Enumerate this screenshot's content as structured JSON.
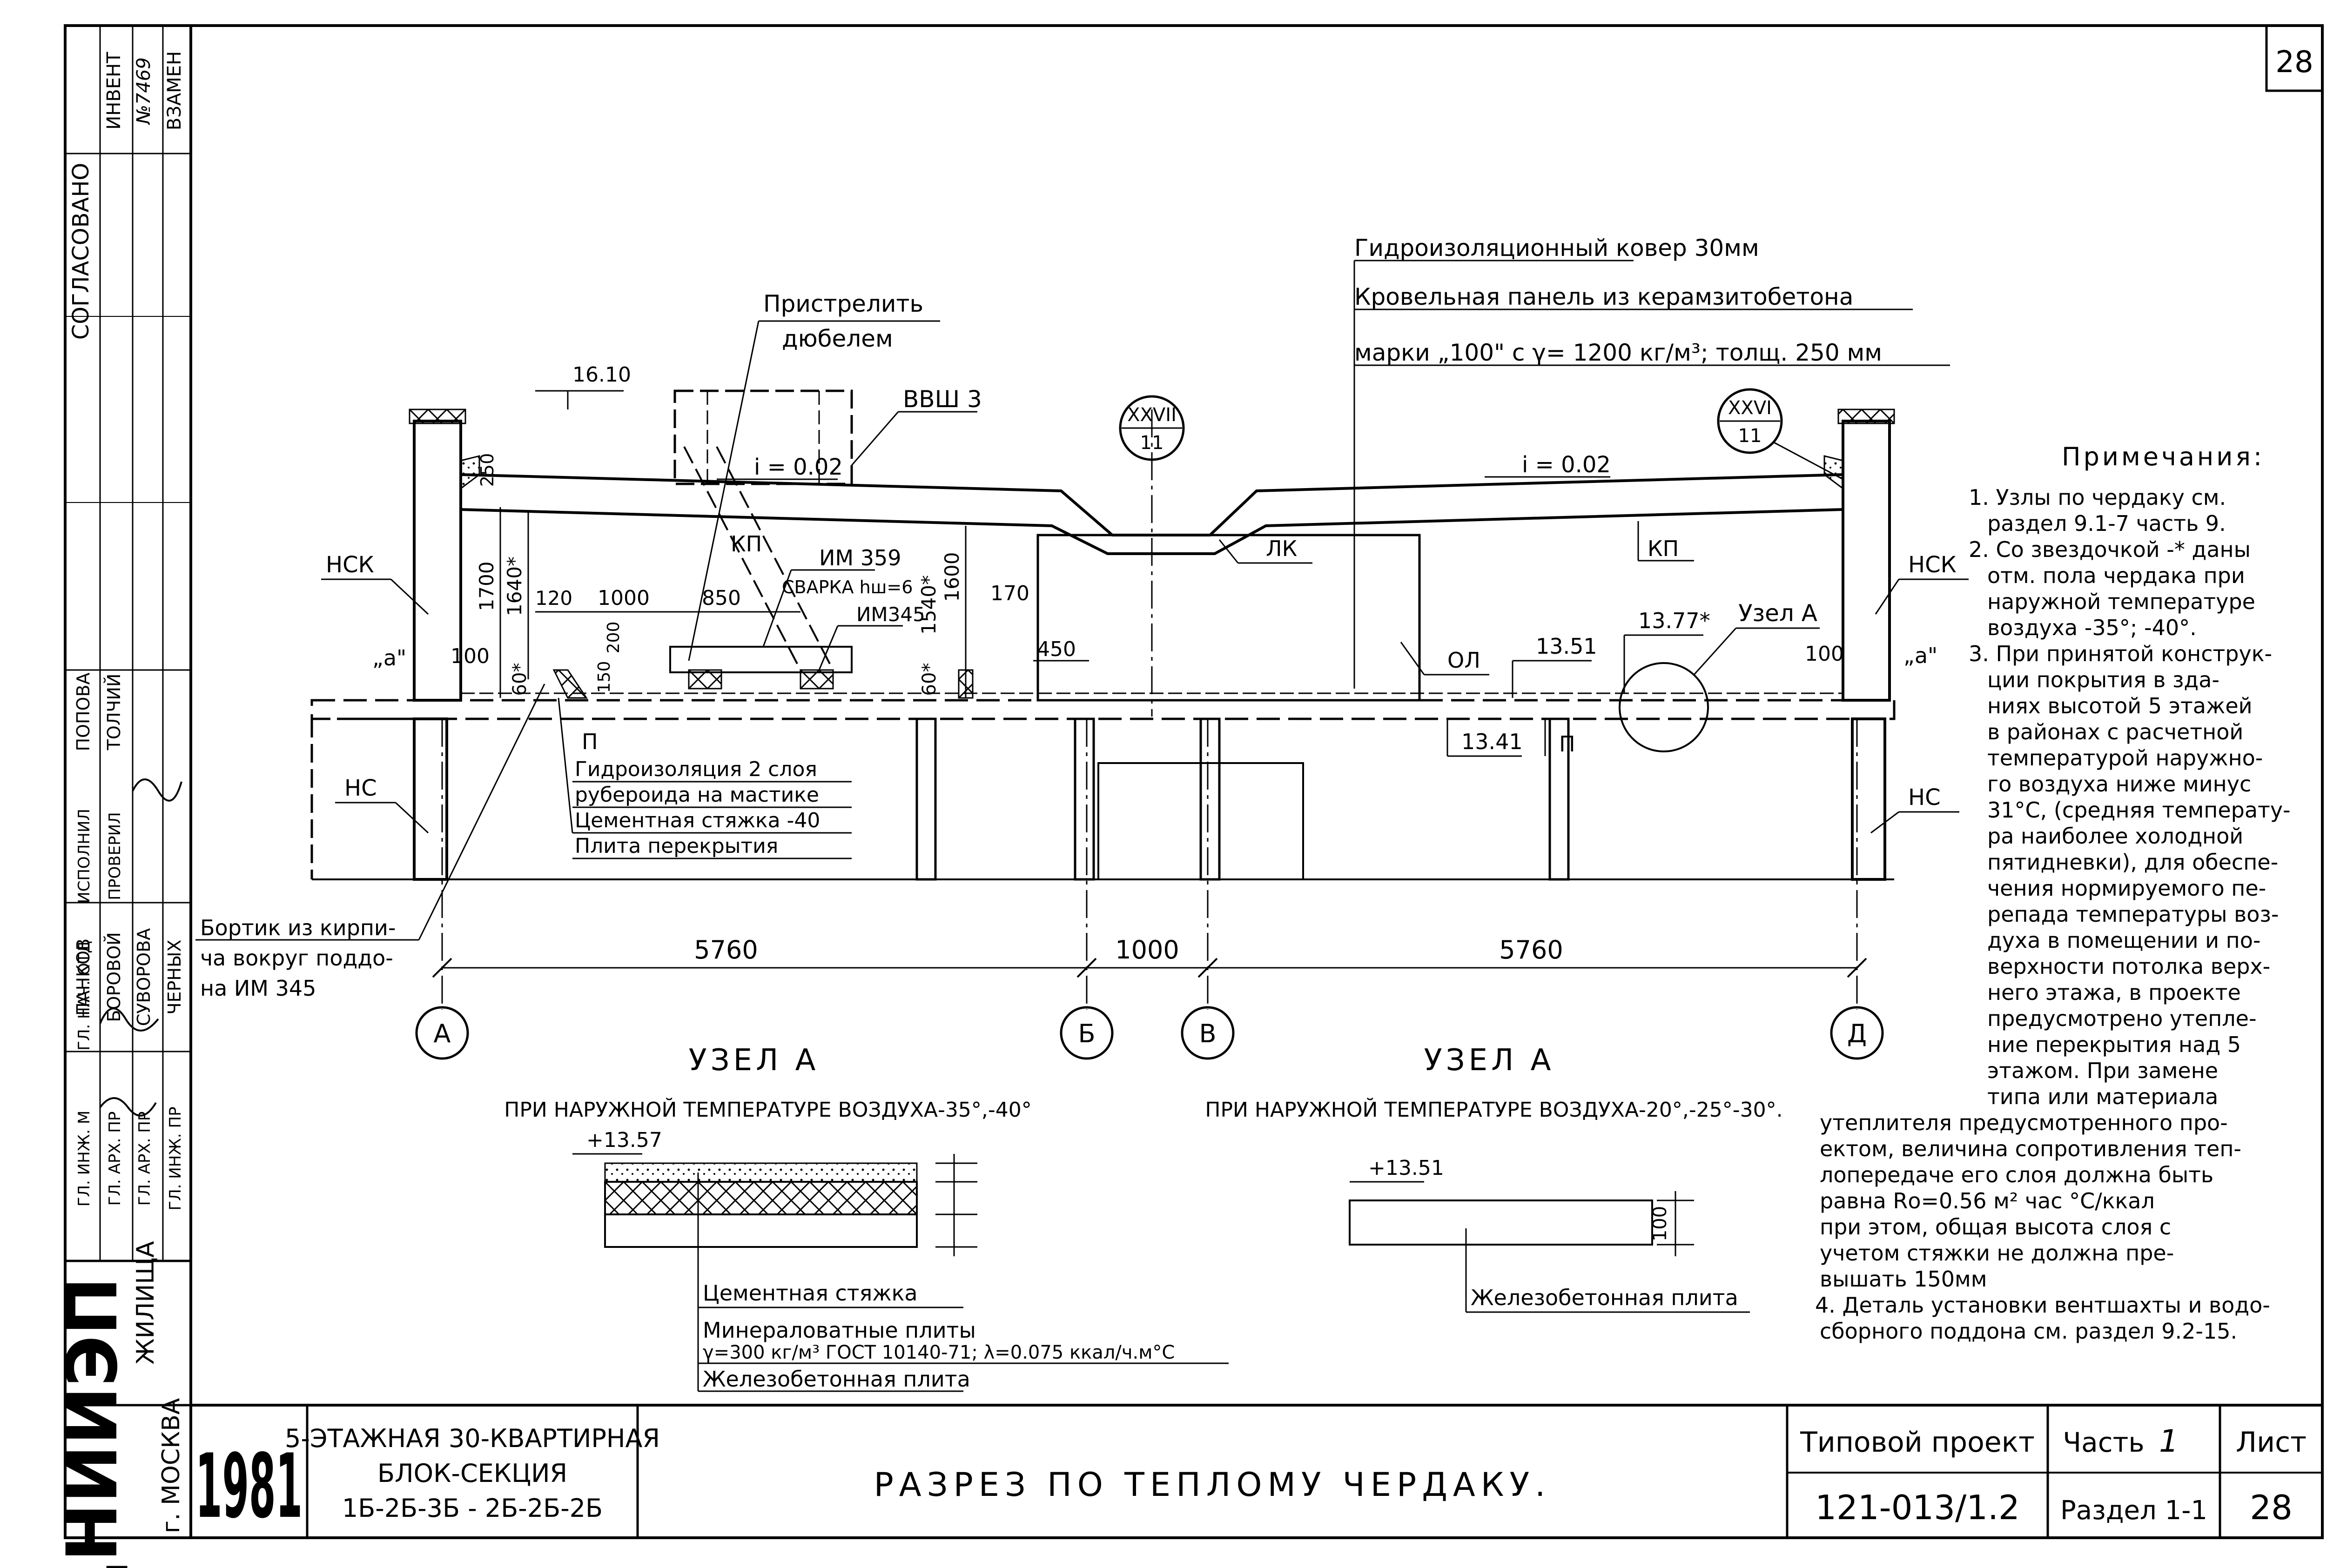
{
  "sheet": {
    "page_number": "28",
    "org_logo": "ЦНИИЭП",
    "org_dept": "ЖИЛИЩА",
    "org_city": "г. МОСКВА",
    "year": "1981"
  },
  "side_stamp": {
    "agreed_header": "СОГЛАСОВАНО",
    "inv_label": "ИНВЕНТ",
    "inv_number": "№7469",
    "replace_label": "ВЗАМЕН",
    "roles": [
      "ГЛ. ИНЖ. М",
      "ГЛ. АРХ. ПР",
      "ГЛ. АРХ. ПР",
      "ГЛ. ИНЖ. ПР"
    ],
    "names": [
      "ПАНКОВ",
      "БОРОВОЙ",
      "СУВОРОВА",
      "ЧЕРНЫХ"
    ],
    "roles2": [
      "ИСПОЛНИЛ",
      "ПРОВЕРИЛ"
    ],
    "names2": [
      "ПОПОВА",
      "ТОЛЧИЙ"
    ],
    "dept_head": "ГЛ. НАЧ. ОТД"
  },
  "title_block": {
    "description": [
      "5-ЭТАЖНАЯ 30-КВАРТИРНАЯ",
      "БЛОК-СЕКЦИЯ",
      "1Б-2Б-3Б - 2Б-2Б-2Б"
    ],
    "drawing_title": "РАЗРЕЗ ПО ТЕПЛОМУ ЧЕРДАКУ.",
    "project_label": "Типовой проект",
    "project_number": "121-013/1.2",
    "part_label": "Часть",
    "part_number": "1",
    "section_label": "Раздел 1-1",
    "sheet_label": "Лист",
    "sheet_number": "28"
  },
  "section": {
    "labels": {
      "pristrelit": "Пристрелить",
      "dyubelem": "дюбелем",
      "vvsh3": "ВВШ 3",
      "im359": "ИМ 359",
      "svarka": "СВАРКА hш=6",
      "im345": "ИМ345",
      "kp1": "КП",
      "kp2": "КП",
      "lk": "ЛК",
      "ol": "ОЛ",
      "p1": "П",
      "p2": "П",
      "nsk_left": "НСК",
      "nsk_right": "НСК",
      "ns_left": "НС",
      "ns_right": "НС",
      "a_left": "„а\"",
      "a_right": "„а\"",
      "uzel_a": "Узел А",
      "slope_left": "i = 0.02",
      "slope_right": "i = 0.02"
    },
    "elevations": {
      "e1610": "16.10",
      "e1351": "13.51",
      "e1377": "13.77*",
      "e1341": "13.41"
    },
    "dims": {
      "d250": "250",
      "d1700": "1700",
      "d1640": "1640*",
      "d120": "120",
      "d1000a": "1000",
      "d850": "850",
      "d200": "200",
      "d150": "150",
      "d100l": "100",
      "d60l": "60*",
      "d1600": "1600",
      "d1540": "1540*",
      "d60r": "60*",
      "d170": "170",
      "d450": "450",
      "d100r": "100",
      "span_left": "5760",
      "span_mid": "1000",
      "span_right": "5760"
    },
    "axes": [
      "А",
      "Б",
      "В",
      "Д"
    ],
    "node_refs": [
      {
        "top": "XXVII",
        "bottom": "11"
      },
      {
        "top": "XXVI",
        "bottom": "11"
      }
    ],
    "roof_spec": [
      "Гидроизоляционный ковер 30мм",
      "Кровельная панель из керамзитобетона",
      "марки „100\" с γ= 1200 кг/м³; толщ. 250 мм"
    ],
    "floor_spec": [
      "Гидроизоляция 2 слоя",
      "рубероида на мастике",
      "Цементная стяжка -40",
      "Плита перекрытия"
    ],
    "curb_note": [
      "Бортик из кирпи-",
      "ча вокруг поддо-",
      "на ИМ 345"
    ]
  },
  "node_left": {
    "title": "УЗЕЛ А",
    "subtitle": "ПРИ НАРУЖНОЙ ТЕМПЕРАТУРЕ ВОЗДУХА-35°,-40°",
    "elevation": "+13.57",
    "layers": [
      "Цементная стяжка",
      "Минераловатные плиты",
      "γ=300 кг/м³ ГОСТ 10140-71; λ=0.075 ккал/ч.м°С",
      "Железобетонная плита"
    ]
  },
  "node_right": {
    "title": "УЗЕЛ А",
    "subtitle": "ПРИ НАРУЖНОЙ ТЕМПЕРАТУРЕ ВОЗДУХА-20°,-25°-30°.",
    "elevation": "+13.51",
    "thickness": "100",
    "layer": "Железобетонная плита"
  },
  "notes": {
    "title": "Примечания:",
    "lines": [
      "1. Узлы по чердаку см.",
      "раздел 9.1-7 часть 9.",
      "2. Со звездочкой -* даны",
      "отм. пола чердака при",
      "наружной температуре",
      "воздуха -35°; -40°.",
      "3. При принятой конструк-",
      "ции покрытия в зда-",
      "ниях высотой 5 этажей",
      "в районах с расчетной",
      "температурой наружно-",
      "го воздуха ниже минус",
      "31°С, (средняя температу-",
      "ра наиболее холодной",
      "пятидневки), для обеспе-",
      "чения нормируемого пе-",
      "репада температуры воз-",
      "духа в помещении и по-",
      "верхности потолка верх-",
      "него этажа, в проекте",
      "предусмотрено утепле-",
      "ние перекрытия над 5",
      "этажом. При замене",
      "типа или материала",
      "утеплителя предусмотренного про-",
      "ектом, величина сопротивления теп-",
      "лопередаче его слоя должна быть",
      "равна Rо=0.56 м² час °С/ккал",
      "при этом, общая высота слоя с",
      "учетом стяжки не должна пре-",
      "вышать 150мм",
      "4. Деталь установки вентшахты и водо-",
      "сборного поддона см. раздел 9.2-15."
    ]
  }
}
